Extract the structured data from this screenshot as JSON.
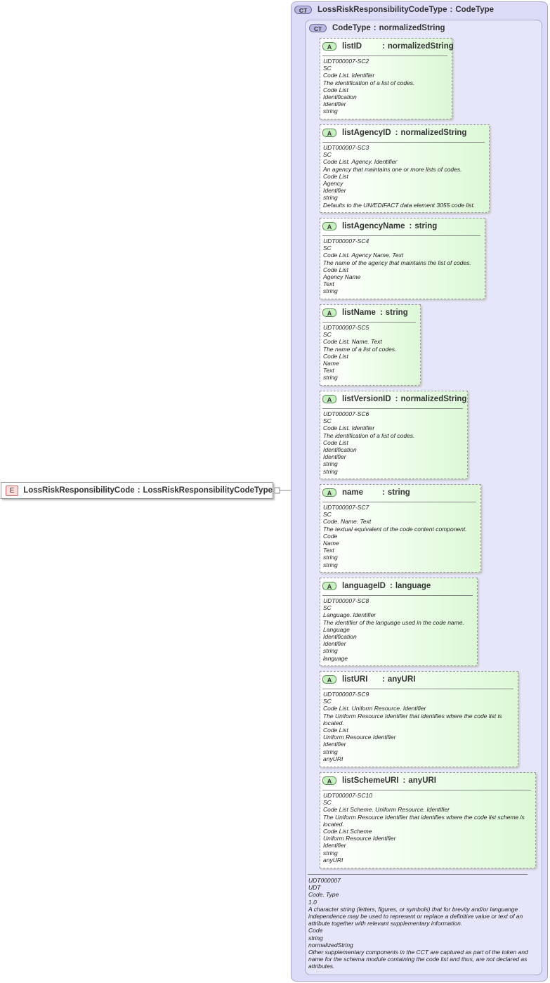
{
  "element": {
    "badge": "E",
    "name": "LossRiskResponsibilityCode",
    "type": "LossRiskResponsibilityCodeType"
  },
  "outer_type": {
    "badge": "CT",
    "name": "LossRiskResponsibilityCodeType",
    "base": "CodeType"
  },
  "inner_type": {
    "badge": "CT",
    "name": "CodeType",
    "base": "normalizedString",
    "docs": [
      "UDT000007",
      "UDT",
      "Code. Type",
      "1.0",
      "A character string (letters, figures, or symbols) that for brevity and/or languange independence may be used to represent or replace a definitive value or text of an attribute together with relevant supplementary information.",
      "Code",
      "string",
      "normalizedString",
      "Other supplementary components in the CCT are captured as part of the token and name for the schema module containing the code list and thus, are not declared as attributes."
    ]
  },
  "attributes": [
    {
      "badge": "A",
      "name": "listID",
      "type": "normalizedString",
      "lines": [
        "UDT000007-SC2",
        "SC",
        "Code List. Identifier",
        "The identification of a list of codes.",
        "Code List",
        "Identification",
        "Identifier",
        "string"
      ]
    },
    {
      "badge": "A",
      "name": "listAgencyID",
      "type": "normalizedString",
      "lines": [
        "UDT000007-SC3",
        "SC",
        "Code List. Agency. Identifier",
        "An agency that maintains one or more lists of codes.",
        "Code List",
        "Agency",
        "Identifier",
        "string",
        "Defaults to the UN/EDIFACT data element 3055 code list."
      ]
    },
    {
      "badge": "A",
      "name": "listAgencyName",
      "type": "string",
      "lines": [
        "UDT000007-SC4",
        "SC",
        "Code List. Agency Name. Text",
        "The name of the agency that maintains the list of codes.",
        "Code List",
        "Agency Name",
        "Text",
        "string"
      ]
    },
    {
      "badge": "A",
      "name": "listName",
      "type": "string",
      "lines": [
        "UDT000007-SC5",
        "SC",
        "Code List. Name. Text",
        "The name of a list of codes.",
        "Code List",
        "Name",
        "Text",
        "string"
      ]
    },
    {
      "badge": "A",
      "name": "listVersionID",
      "type": "normalizedString",
      "lines": [
        "UDT000007-SC6",
        "SC",
        "Code List. Identifier",
        "The identification of a list of codes.",
        "Code List",
        "Identification",
        "Identifier",
        "string",
        "string"
      ]
    },
    {
      "badge": "A",
      "name": "name",
      "type": "string",
      "lines": [
        "UDT000007-SC7",
        "SC",
        "Code. Name. Text",
        "The textual equivalent of the code content component.",
        "Code",
        "Name",
        "Text",
        "string",
        "string"
      ]
    },
    {
      "badge": "A",
      "name": "languageID",
      "type": "language",
      "lines": [
        "UDT000007-SC8",
        "SC",
        "Language. Identifier",
        "The identifier of the language used in the code name.",
        "Language",
        "Identification",
        "Identifier",
        "string",
        "language"
      ]
    },
    {
      "badge": "A",
      "name": "listURI",
      "type": "anyURI",
      "lines": [
        "UDT000007-SC9",
        "SC",
        "Code List. Uniform Resource. Identifier",
        "The Uniform Resource Identifier that identifies where the code list is located.",
        "Code List",
        "Uniform Resource Identifier",
        "Identifier",
        "string",
        "anyURI"
      ]
    },
    {
      "badge": "A",
      "name": "listSchemeURI",
      "type": "anyURI",
      "lines": [
        "UDT000007-SC10",
        "SC",
        "Code List Scheme. Uniform Resource. Identifier",
        "The Uniform Resource Identifier that identifies where the code list scheme is located.",
        "Code List Scheme",
        "Uniform Resource Identifier",
        "Identifier",
        "string",
        "anyURI"
      ]
    }
  ]
}
